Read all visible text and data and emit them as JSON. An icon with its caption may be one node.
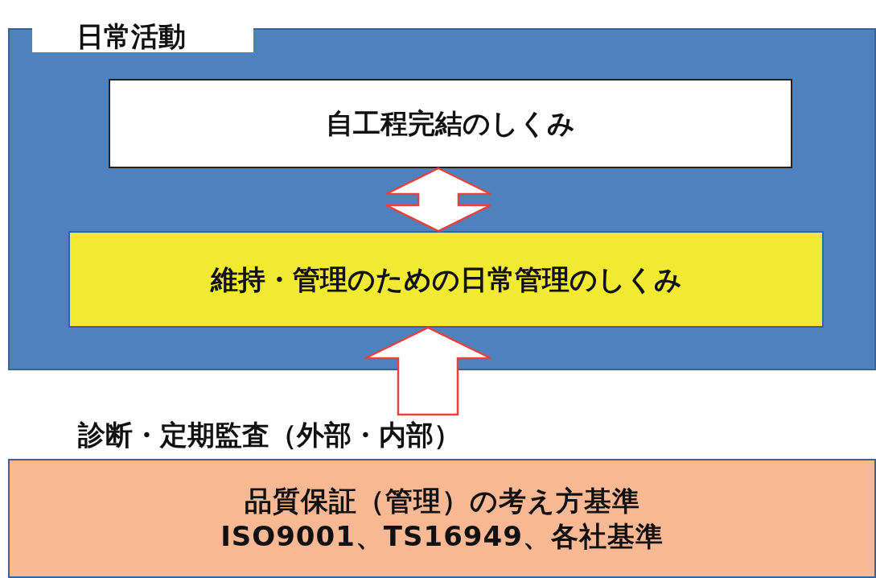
{
  "diagram": {
    "nodes": [
      {
        "text": [
          "日常活動"
        ]
      },
      {
        "text": [
          "自工程完結のしくみ"
        ],
        "in": 0
      },
      {
        "text": [
          "維持・管理のための日常管理のしくみ"
        ],
        "in": 0
      },
      {
        "text": [
          "診断・定期監査（外部・内部）"
        ]
      },
      {
        "text": [
          "品質保証（管理）の考え方基準",
          "ISO9001、TS16949、各社基準"
        ]
      }
    ],
    "edges": [
      {
        "from": 1,
        "to": 2,
        "arrow": "both"
      },
      {
        "from": 3,
        "to": 2,
        "arrow": "to"
      }
    ]
  }
}
